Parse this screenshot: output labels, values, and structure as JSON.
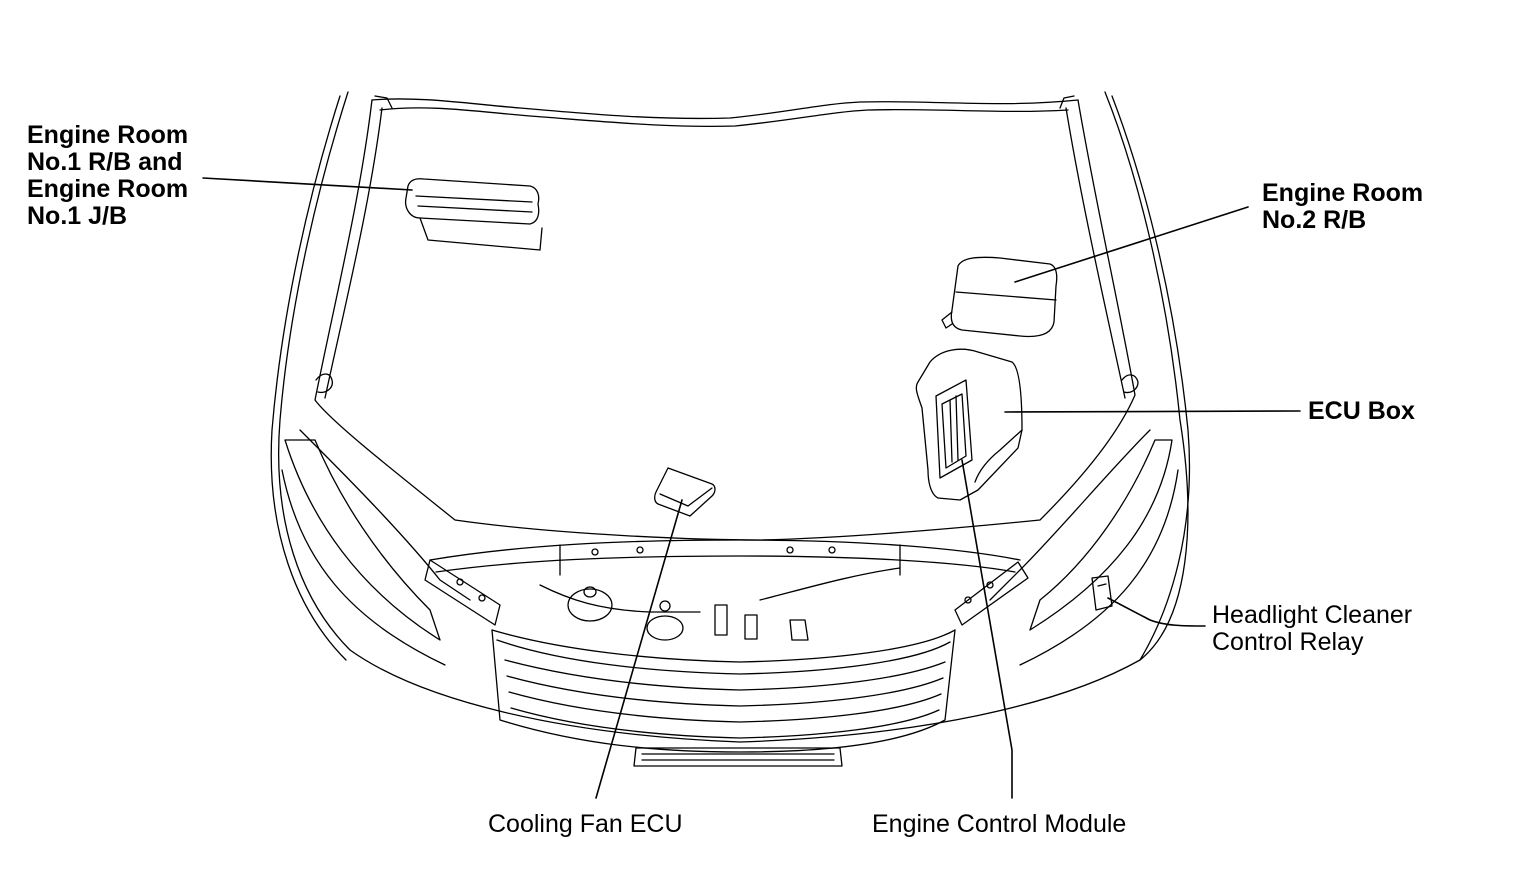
{
  "labels": {
    "engine_room_no1": [
      "Engine Room",
      "No.1 R/B and",
      "Engine Room",
      "No.1 J/B"
    ],
    "engine_room_no2": [
      "Engine Room",
      "No.2 R/B"
    ],
    "ecu_box": "ECU Box",
    "headlight_relay": [
      "Headlight Cleaner",
      "Control Relay"
    ],
    "cooling_fan_ecu": "Cooling Fan ECU",
    "engine_control_module": "Engine Control Module"
  },
  "colors": {
    "line": "#000000",
    "background": "#ffffff"
  }
}
